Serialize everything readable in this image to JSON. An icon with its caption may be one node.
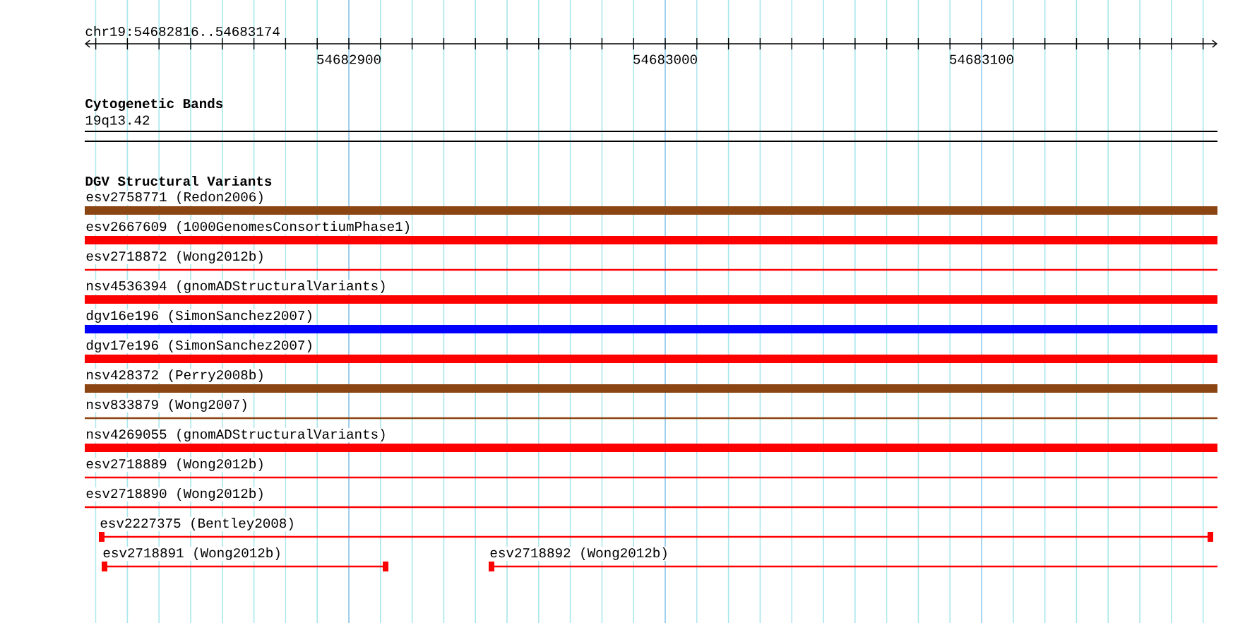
{
  "diagram": {
    "labels": [
      "chr19:54682816..54683174",
      "54682900",
      "54683000",
      "54683100",
      "Cytogenetic Bands",
      "19q13.42",
      "DGV Structural Variants",
      "esv2758771 (Redon2006)",
      "esv2667609 (1000GenomesConsortiumPhase1)",
      "esv2718872 (Wong2012b)",
      "nsv4536394 (gnomADStructuralVariants)",
      "dgv16e196 (SimonSanchez2007)",
      "dgv17e196 (SimonSanchez2007)",
      "nsv428372 (Perry2008b)",
      "nsv833879 (Wong2007)",
      "nsv4269055 (gnomADStructuralVariants)",
      "esv2718889 (Wong2012b)",
      "esv2718890 (Wong2012b)",
      "esv2227375 (Bentley2008)",
      "esv2718891 (Wong2012b)",
      "esv2718892 (Wong2012b)"
    ]
  }
}
